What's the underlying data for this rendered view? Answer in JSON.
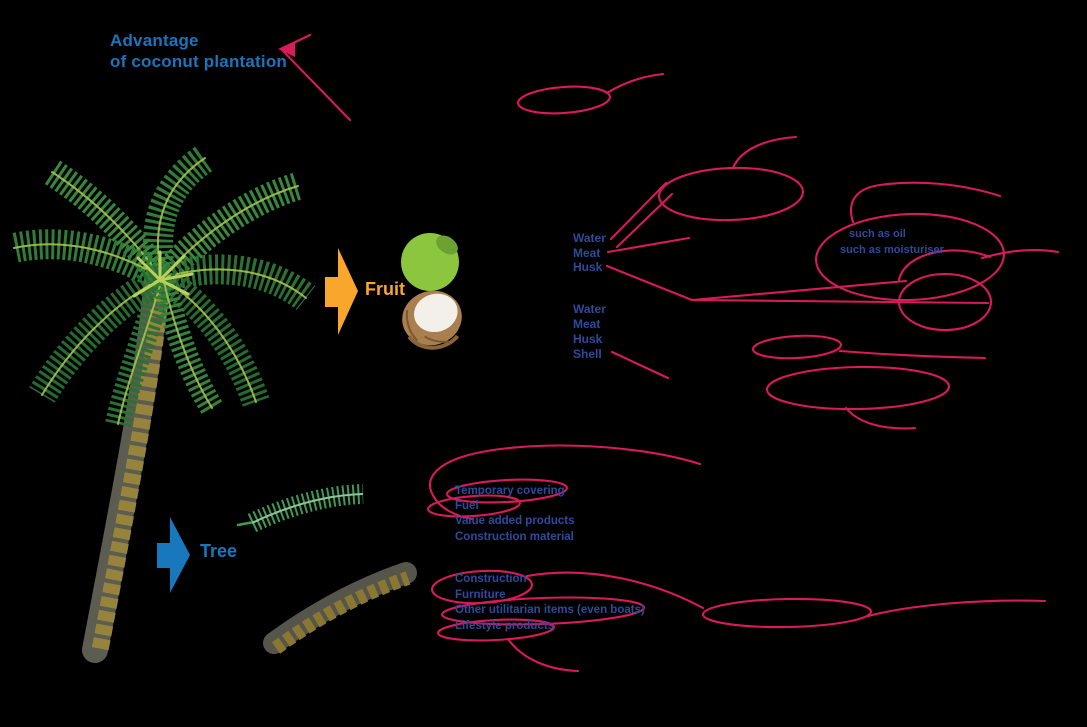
{
  "colors": {
    "background": "#000000",
    "title_blue": "#1b75bc",
    "label_indigo": "#2e4a9b",
    "annotation_red": "#d91a5b",
    "fruit_orange": "#f9a72c",
    "tree_blue": "#1878be",
    "palm_green": "#2f7d36",
    "trunk_olive": "#97843c",
    "coconut_green": "#8cc63e",
    "coconut_husk_brown": "#a97f4f"
  },
  "title": {
    "line1": "Advantage",
    "line2": "of coconut plantation"
  },
  "fruit_branch": {
    "label": "Fruit",
    "tender_coconut_parts": [
      "Water",
      "Meat",
      "Husk"
    ],
    "mature_coconut_parts": [
      "Water",
      "Meat",
      "Husk",
      "Shell"
    ],
    "note_line1": "such as oil",
    "note_line2": "such as moisturiser"
  },
  "tree_branch": {
    "label": "Tree",
    "leaf_products": [
      "Temporary covering",
      "Fuel",
      "Value added products",
      "Construction material"
    ],
    "trunk_products": [
      "Construction",
      "Furniture",
      "Other utilitarian items (even boats)",
      "Lifestyle products"
    ]
  },
  "icons": {
    "palm_tree": "palm-tree-illustration",
    "tender_coconut": "green-coconut-icon",
    "mature_coconut": "half-coconut-icon",
    "palm_frond": "palm-frond-icon",
    "trunk_log": "trunk-log-icon",
    "fruit_arrow": "right-block-arrow",
    "tree_arrow": "right-block-arrow",
    "annotations": "hand-drawn-red-sketches"
  }
}
